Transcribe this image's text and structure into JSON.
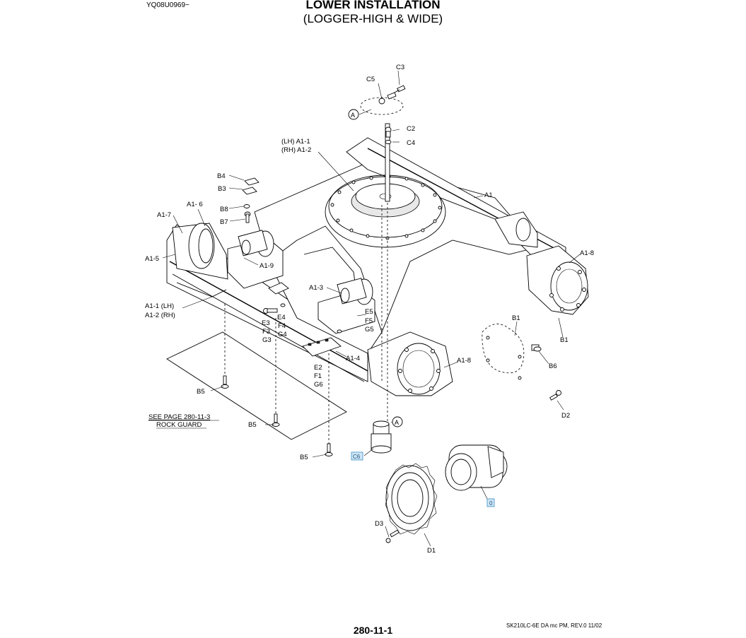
{
  "header": {
    "doc_code": "YQ08U0969~",
    "title": "LOWER INSTALLATION",
    "subtitle": "(LOGGER-HIGH & WIDE)"
  },
  "footer": {
    "page_number": "280-11-1",
    "reference": "SK210LC-6E DA mc PM,  REV.0 11/02"
  },
  "callouts": {
    "c3": "C3",
    "c5": "C5",
    "a_top": "A",
    "c2": "C2",
    "c4": "C4",
    "a1_1_lh": "(LH) A1-1",
    "a1_2_rh": "(RH) A1-2",
    "b4": "B4",
    "b3": "B3",
    "b8": "B8",
    "b7": "B7",
    "a1_6": "A1- 6",
    "a1_7": "A1-7",
    "a1_5": "A1-5",
    "a1_9": "A1-9",
    "a1_1": "A1",
    "a1_8_right": "A1-8",
    "a1_lh_side": "A1-1 (LH)",
    "a1_rh_side": "A1-2 (RH)",
    "a1_3": "A1-3",
    "e4": "E4",
    "e3": "E3",
    "f4": "F4",
    "f3": "F3",
    "g4": "G4",
    "g3": "G3",
    "e5": "E5",
    "f5": "F5",
    "g5": "G5",
    "a1_4": "A1-4",
    "e2": "E2",
    "f1": "F1",
    "g6": "G6",
    "a1_8_lower": "A1-8",
    "b1_top": "B1",
    "b1_side": "B1",
    "b6": "B6",
    "b5_a": "B5",
    "b5_b": "B5",
    "b5_c": "B5",
    "see_page": "SEE PAGE 280-11-3",
    "rock_guard": "ROCK GUARD",
    "d2": "D2",
    "a_bottom": "A",
    "c6_tag": "C6",
    "zero_tag": "0",
    "d3": "D3",
    "d1": "D1"
  }
}
